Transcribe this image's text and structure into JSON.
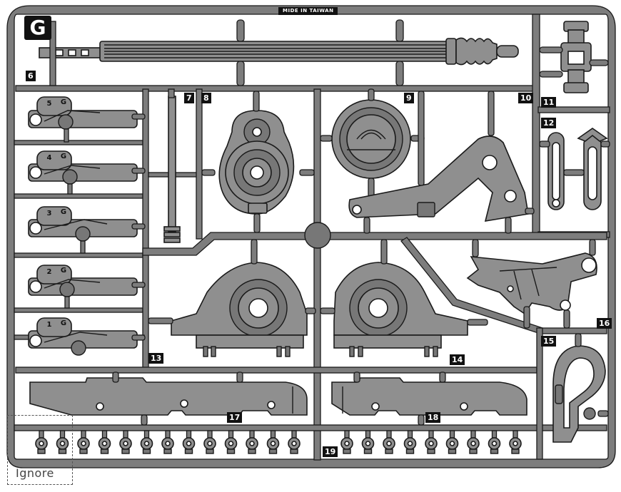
{
  "sprue": {
    "letter": "G",
    "made_in": "MIDE IN TAIWAN",
    "ignore_label": "Ignore"
  },
  "part_numbers": [
    "6",
    "7",
    "8",
    "9",
    "10",
    "11",
    "12",
    "13",
    "14",
    "15",
    "16",
    "17",
    "18",
    "19"
  ],
  "arm_labels": [
    {
      "letter": "G",
      "number": "5"
    },
    {
      "letter": "G",
      "number": "4"
    },
    {
      "letter": "G",
      "number": "3"
    },
    {
      "letter": "G",
      "number": "2"
    },
    {
      "letter": "G",
      "number": "1"
    }
  ],
  "colors": {
    "frame": "#7a7a7a",
    "part_fill": "#8f8f8f",
    "outline": "#1a1a1a",
    "label_bg": "#111111"
  }
}
